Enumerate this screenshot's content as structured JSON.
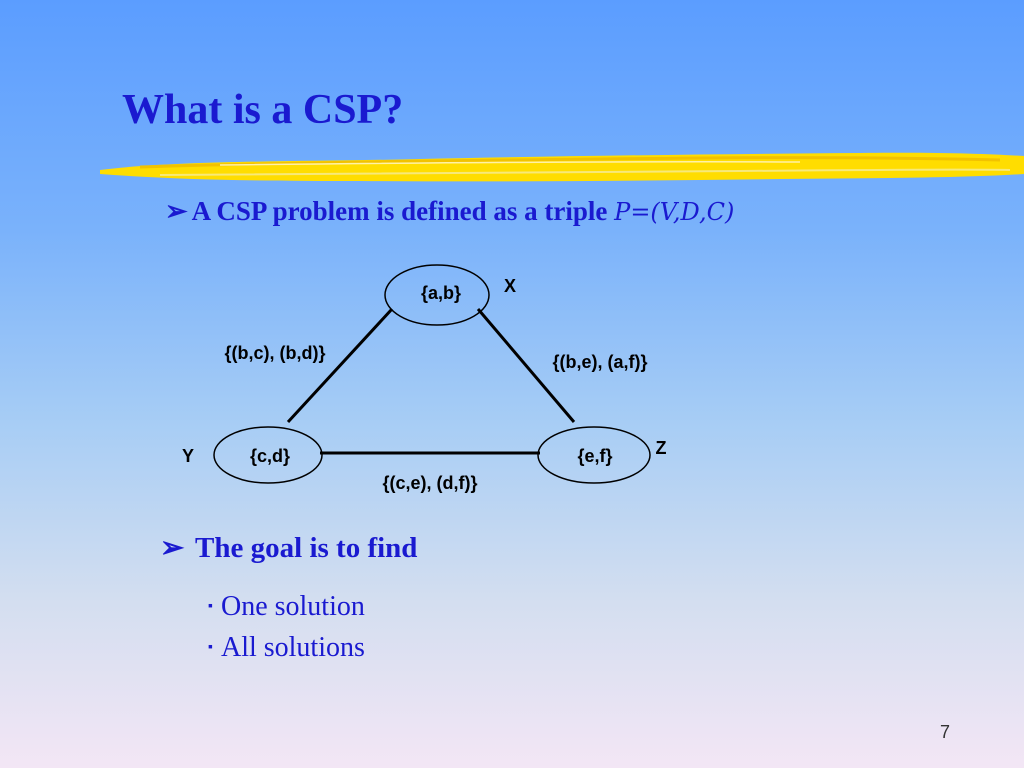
{
  "slide": {
    "title": "What is a CSP?",
    "bullet1_marker": "➢",
    "bullet1_text": "A CSP problem is defined as a triple ",
    "bullet1_formula": "P=(V,D,C)",
    "bullet2_marker": "➢",
    "bullet2_text": "The goal is to find",
    "sub_marker": "▪",
    "sub_items": [
      "One solution",
      "All solutions"
    ],
    "page_number": "7"
  },
  "diagram": {
    "nodes": {
      "x": {
        "name": "X",
        "domain": "{a,b}"
      },
      "y": {
        "name": "Y",
        "domain": "{c,d}"
      },
      "z": {
        "name": "Z",
        "domain": "{e,f}"
      }
    },
    "edges": {
      "xy": "{(b,c), (b,d)}",
      "xz": "{(b,e), (a,f)}",
      "yz": "{(c,e), (d,f)}"
    }
  },
  "colors": {
    "text": "#1a1ad0",
    "highlight": "#ffdd00"
  }
}
